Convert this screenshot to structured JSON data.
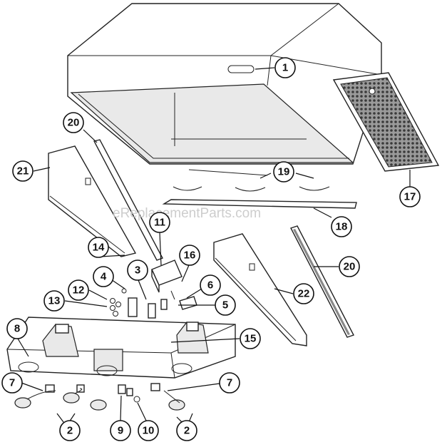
{
  "watermark": "eReplacementParts.com",
  "callouts": [
    {
      "id": "c1",
      "label": "1"
    },
    {
      "id": "c2a",
      "label": "2"
    },
    {
      "id": "c2b",
      "label": "2"
    },
    {
      "id": "c3",
      "label": "3"
    },
    {
      "id": "c4",
      "label": "4"
    },
    {
      "id": "c5",
      "label": "5"
    },
    {
      "id": "c6",
      "label": "6"
    },
    {
      "id": "c7a",
      "label": "7"
    },
    {
      "id": "c7b",
      "label": "7"
    },
    {
      "id": "c8",
      "label": "8"
    },
    {
      "id": "c9",
      "label": "9"
    },
    {
      "id": "c10",
      "label": "10"
    },
    {
      "id": "c11",
      "label": "11"
    },
    {
      "id": "c12",
      "label": "12"
    },
    {
      "id": "c13",
      "label": "13"
    },
    {
      "id": "c14",
      "label": "14"
    },
    {
      "id": "c15",
      "label": "15"
    },
    {
      "id": "c16",
      "label": "16"
    },
    {
      "id": "c17",
      "label": "17"
    },
    {
      "id": "c18",
      "label": "18"
    },
    {
      "id": "c19",
      "label": "19"
    },
    {
      "id": "c20a",
      "label": "20"
    },
    {
      "id": "c20b",
      "label": "20"
    },
    {
      "id": "c21",
      "label": "21"
    },
    {
      "id": "c22",
      "label": "22"
    }
  ]
}
